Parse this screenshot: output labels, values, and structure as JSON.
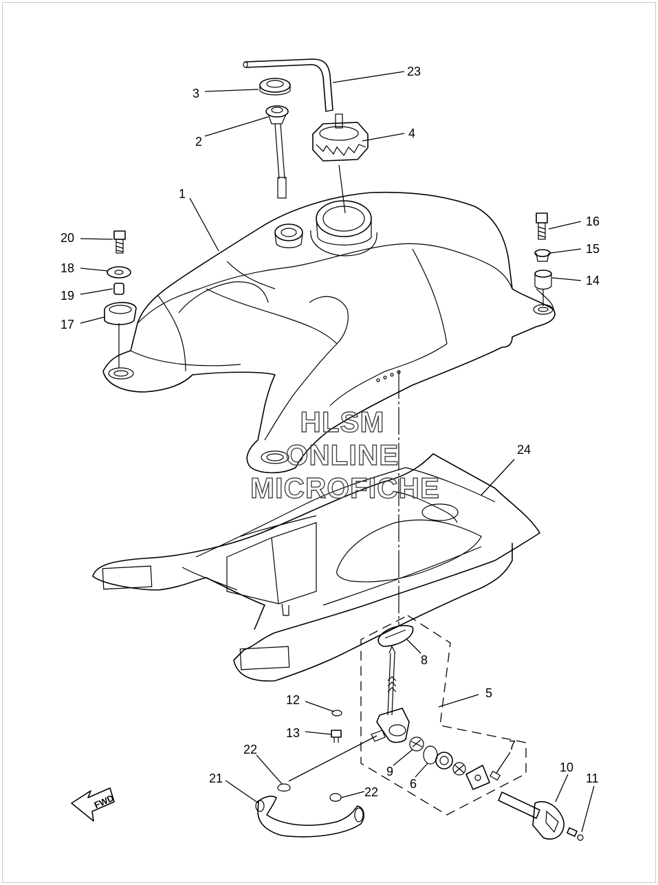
{
  "watermark": {
    "line1": "HLSM",
    "line2": "ONLINE",
    "line3": "MICROFICHE"
  },
  "direction_arrow": {
    "label": "FWD",
    "icon": "forward-arrow-icon"
  },
  "callouts": {
    "c1": "1",
    "c2": "2",
    "c3": "3",
    "c4": "4",
    "c5": "5",
    "c6": "6",
    "c7": "7",
    "c8": "8",
    "c9": "9",
    "c10": "10",
    "c11": "11",
    "c12": "12",
    "c13": "13",
    "c14": "14",
    "c15": "15",
    "c16": "16",
    "c17": "17",
    "c18": "18",
    "c19": "19",
    "c20": "20",
    "c21": "21",
    "c22a": "22",
    "c22b": "22",
    "c23": "23",
    "c24": "24"
  },
  "colors": {
    "line": "#000000",
    "background": "#ffffff",
    "watermark": "#444444"
  }
}
